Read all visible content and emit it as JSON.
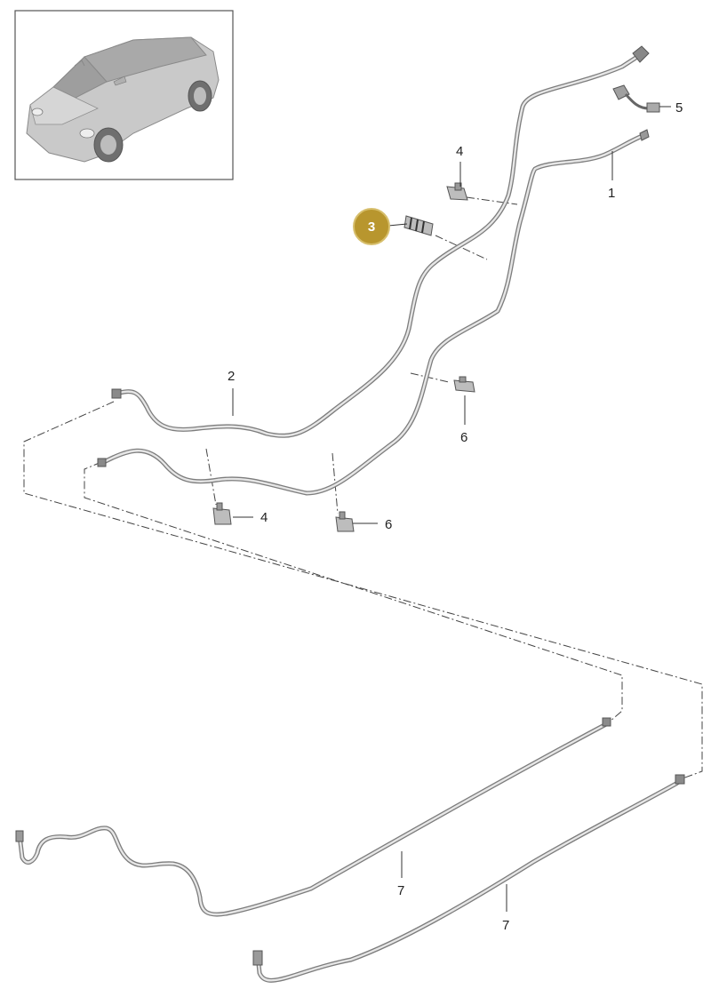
{
  "diagram": {
    "callouts": [
      {
        "id": "c1",
        "label": "1"
      },
      {
        "id": "c2",
        "label": "2"
      },
      {
        "id": "c3",
        "label": "3",
        "highlighted": true
      },
      {
        "id": "c4a",
        "label": "4"
      },
      {
        "id": "c4b",
        "label": "4"
      },
      {
        "id": "c5",
        "label": "5"
      },
      {
        "id": "c6a",
        "label": "6"
      },
      {
        "id": "c6b",
        "label": "6"
      },
      {
        "id": "c7a",
        "label": "7"
      },
      {
        "id": "c7b",
        "label": "7"
      }
    ],
    "colors": {
      "highlight_badge": "#b8962e",
      "pipe": "#7d7d7d",
      "pipe_highlight": "#e6e6e6",
      "frame": "#555555"
    },
    "thumbnail": {
      "icon": "car-icon"
    }
  }
}
